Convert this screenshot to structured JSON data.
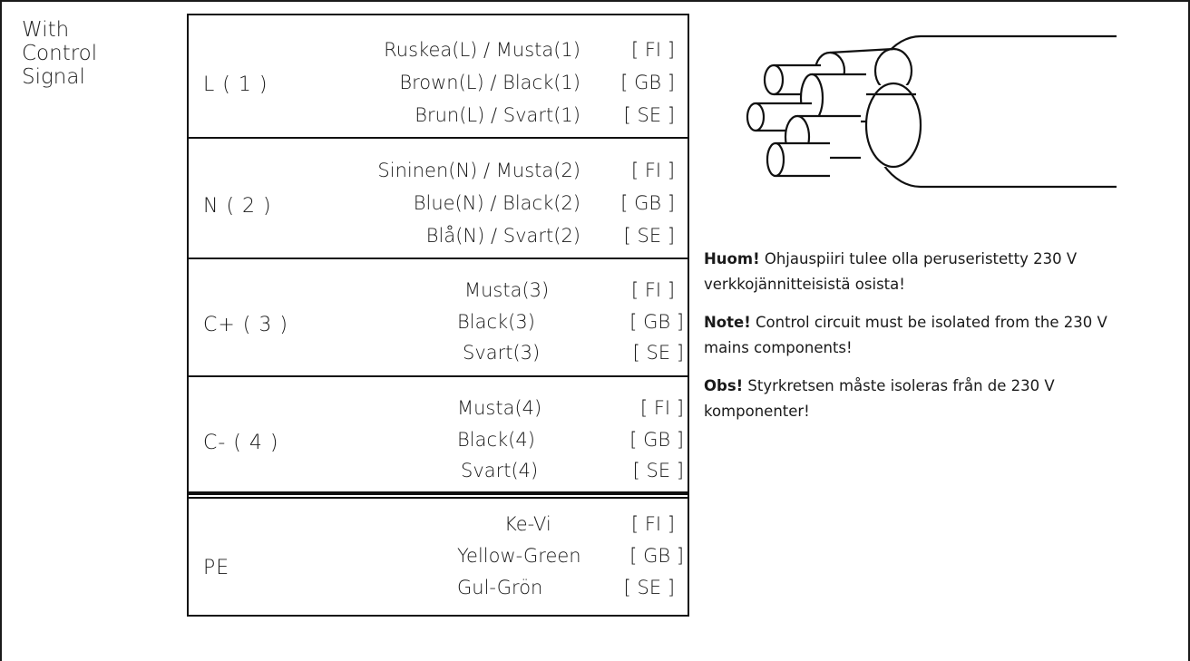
{
  "side_label": [
    "With",
    "Control",
    "Signal"
  ],
  "rows": [
    {
      "terminal": "L ( 1 )",
      "lines": [
        {
          "text": "Ruskea(L) / Musta(1)",
          "lang": "[ FI ]"
        },
        {
          "text": "Brown(L) / Black(1)",
          "lang": "[ GB ]"
        },
        {
          "text": "Brun(L) / Svart(1)",
          "lang": "[ SE ]"
        }
      ]
    },
    {
      "terminal": "N ( 2 )",
      "lines": [
        {
          "text": "Sininen(N) / Musta(2)",
          "lang": "[ FI ]"
        },
        {
          "text": "Blue(N) / Black(2)",
          "lang": "[ GB ]"
        },
        {
          "text": "Blå(N) / Svart(2)",
          "lang": "[ SE ]"
        }
      ]
    },
    {
      "terminal": "C+ ( 3 )",
      "lines": [
        {
          "text": "Musta(3)",
          "lang": "[ FI ]"
        },
        {
          "text": "Black(3)",
          "lang": "[ GB ]"
        },
        {
          "text": "Svart(3)",
          "lang": "[ SE ]"
        }
      ]
    },
    {
      "terminal": "C- ( 4 )",
      "lines": [
        {
          "text": "Musta(4)",
          "lang": "[ FI ]"
        },
        {
          "text": "Black(4)",
          "lang": "[ GB ]"
        },
        {
          "text": "Svart(4)",
          "lang": "[ SE ]"
        }
      ]
    },
    {
      "terminal": "PE",
      "lines": [
        {
          "text": "Ke-Vi",
          "lang": "[ FI ]"
        },
        {
          "text": "Yellow-Green",
          "lang": "[ GB ]"
        },
        {
          "text": "Gul-Grön",
          "lang": "[ SE ]"
        }
      ]
    }
  ],
  "notes": [
    {
      "bold": "Huom!",
      "text": " Ohjauspiiri tulee olla peruseristetty 230 V verkkojännitteisistä osista!"
    },
    {
      "bold": "Note!",
      "text": " Control circuit must be isolated from the 230 V mains components!"
    },
    {
      "bold": "Obs!",
      "text": " Styrkretsen måste isoleras från de 230 V komponenter!"
    }
  ]
}
